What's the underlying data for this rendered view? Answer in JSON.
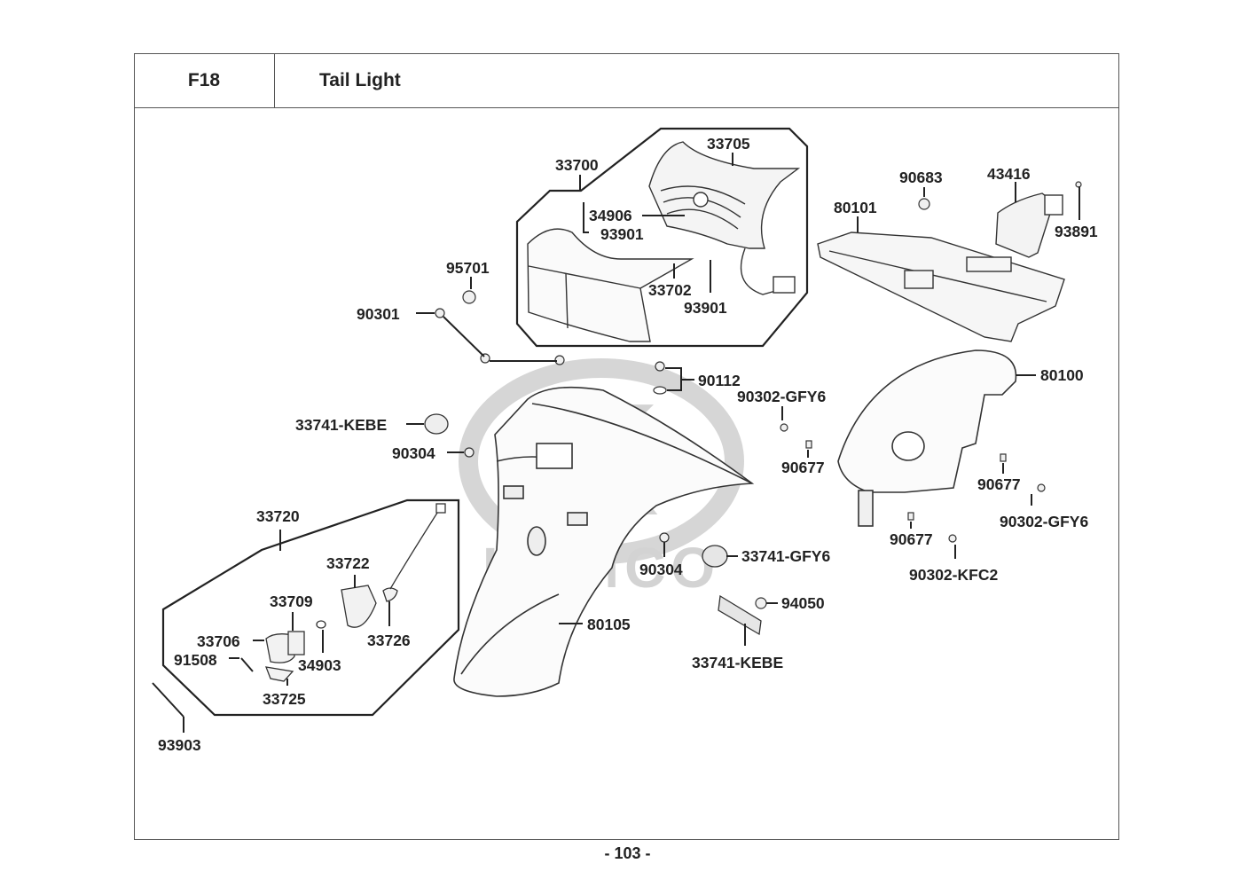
{
  "header": {
    "section_code": "F18",
    "title": "Tail Light"
  },
  "footer": {
    "page_number": "- 103 -"
  },
  "watermark": {
    "logo_letter": "K",
    "brand": "KYMCO"
  },
  "labels": {
    "p33700": "33700",
    "p33705": "33705",
    "p34906": "34906",
    "p93901a": "93901",
    "p33702": "33702",
    "p93901b": "93901",
    "p80101": "80101",
    "p90683": "90683",
    "p43416": "43416",
    "p93891": "93891",
    "p95701": "95701",
    "p90301": "90301",
    "p90112": "90112",
    "p90302gfy6a": "90302-GFY6",
    "p80100": "80100",
    "p33741kebe_a": "33741-KEBE",
    "p90304a": "90304",
    "p90677a": "90677",
    "p90677b": "90677",
    "p90302gfy6b": "90302-GFY6",
    "p90677c": "90677",
    "p90302kfc2": "90302-KFC2",
    "p33720": "33720",
    "p33722": "33722",
    "p33709": "33709",
    "p33706": "33706",
    "p91508": "91508",
    "p34903": "34903",
    "p33726": "33726",
    "p33725": "33725",
    "p93903": "93903",
    "p90304b": "90304",
    "p33741gfy6": "33741-GFY6",
    "p94050": "94050",
    "p80105": "80105",
    "p33741kebe_b": "33741-KEBE"
  }
}
